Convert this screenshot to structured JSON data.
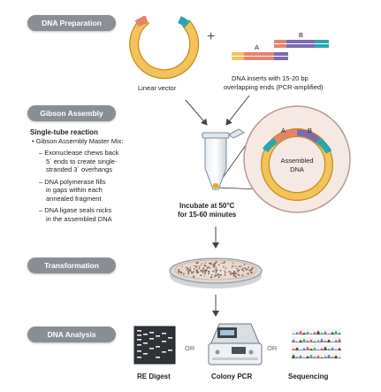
{
  "sections": {
    "dna_preparation": "DNA Preparation",
    "gibson_assembly": "Gibson Assembly",
    "transformation": "Transformation",
    "dna_analysis": "DNA Analysis"
  },
  "prep": {
    "linear_vector": "Linear vector",
    "plus": "+",
    "insert_a": "A",
    "insert_b": "B",
    "inserts_caption_line1": "DNA inserts with 15-20 bp",
    "inserts_caption_line2": "overlapping ends (PCR-amplified)"
  },
  "assembly": {
    "heading": "Single-tube reaction",
    "master_mix": "• Gibson Assembly Master Mix:",
    "steps": [
      {
        "l1": "– Exonuclease chews back",
        "l2": "5´ ends to create single-",
        "l3": "stranded 3´ overhangs"
      },
      {
        "l1": "– DNA polymerase fills",
        "l2": "in gaps within each",
        "l3": "annealed fragment"
      },
      {
        "l1": "– DNA ligase seals nicks",
        "l2": "in the assembled DNA",
        "l3": ""
      }
    ],
    "incubate_line1": "Incubate at 50°C",
    "incubate_line2": "for 15-60 minutes",
    "circle_a": "A",
    "circle_b": "B",
    "assembled_line1": "Assembled",
    "assembled_line2": "DNA"
  },
  "analysis": {
    "or1": "OR",
    "or2": "OR",
    "re_digest": "RE Digest",
    "colony_pcr": "Colony PCR",
    "sequencing": "Sequencing"
  },
  "colors": {
    "vector": "#f2c45a",
    "vector_edge": "#c98a1e",
    "teal": "#2aa6b0",
    "insert_a": "#e8826d",
    "insert_b": "#7b6bb1",
    "pill": "#8a8f96"
  }
}
